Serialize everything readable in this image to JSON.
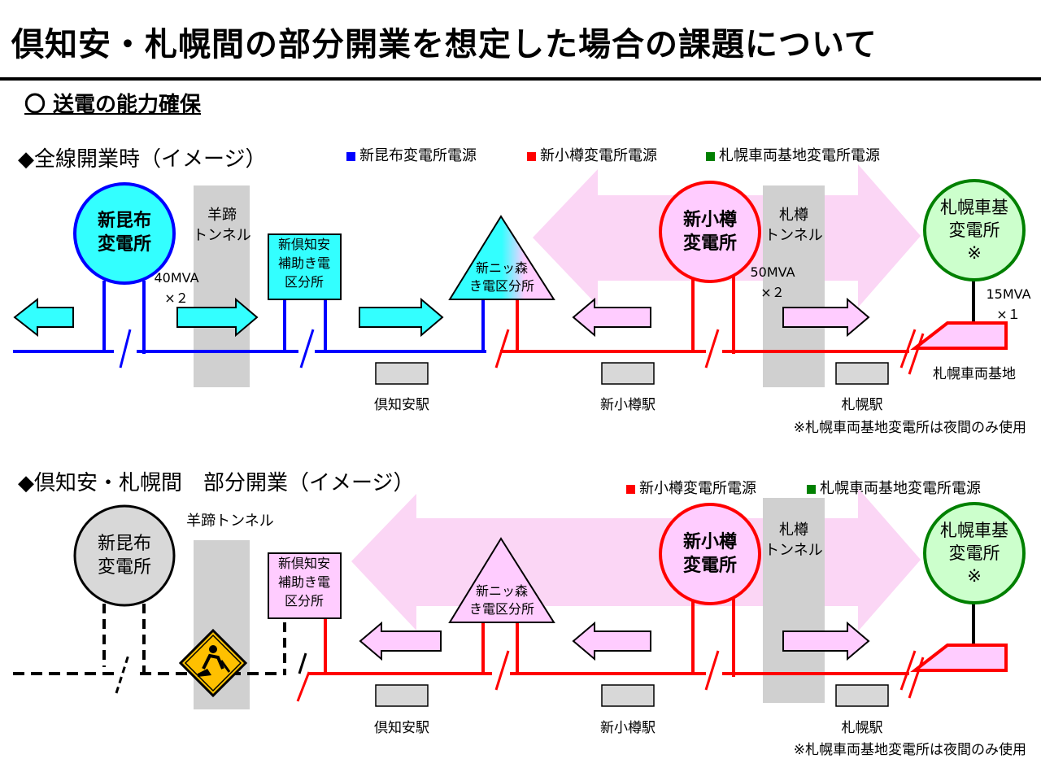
{
  "title": "倶知安・札幌間の部分開業を想定した場合の課題について",
  "section": "〇 送電の能力確保",
  "colors": {
    "blue": "#0000ff",
    "red": "#ff0000",
    "green": "#008000",
    "cyan": "#33ffff",
    "pink": "#ffccff",
    "pink_arrow": "#fbd6f5",
    "gray_band": "#d0d0d0",
    "grey_circle": "#d8d8d8",
    "warning": "#ffc000"
  },
  "scene1": {
    "heading": "◆全線開業時（イメージ）",
    "legend": [
      {
        "label": "新昆布変電所電源",
        "color": "#0000ff"
      },
      {
        "label": "新小樽変電所電源",
        "color": "#ff0000"
      },
      {
        "label": "札幌車両基地変電所電源",
        "color": "#008000"
      }
    ],
    "tunnel1": "羊蹄\nトンネル",
    "tunnel2": "札樽\nトンネル",
    "sub_konbu": "新昆布\n変電所",
    "sub_otaru": "新小樽\n変電所",
    "sub_sapporo": "札幌車基\n変電所\n※",
    "aux_post": "新倶知安\n補助き電\n区分所",
    "sec_post": "新ニッ森\nき電区分所",
    "cap_konbu": "40MVA\n×２",
    "cap_otaru": "50MVA\n×２",
    "cap_sapporo": "15MVA\n×１",
    "depot": "札幌車両基地",
    "stations": [
      "倶知安駅",
      "新小樽駅",
      "札幌駅"
    ],
    "note": "※札幌車両基地変電所は夜間のみ使用"
  },
  "scene2": {
    "heading": "◆倶知安・札幌間　部分開業（イメージ）",
    "legend": [
      {
        "label": "新小樽変電所電源",
        "color": "#ff0000"
      },
      {
        "label": "札幌車両基地変電所電源",
        "color": "#008000"
      }
    ],
    "tunnel1": "羊蹄トンネル",
    "tunnel2": "札樽\nトンネル",
    "sub_konbu": "新昆布\n変電所",
    "sub_otaru": "新小樽\n変電所",
    "sub_sapporo": "札幌車基\n変電所\n※",
    "aux_post": "新倶知安\n補助き電\n区分所",
    "sec_post": "新ニッ森\nき電区分所",
    "stations": [
      "倶知安駅",
      "新小樽駅",
      "札幌駅"
    ],
    "note": "※札幌車両基地変電所は夜間のみ使用",
    "warning_icon": "construction-worker-icon"
  }
}
